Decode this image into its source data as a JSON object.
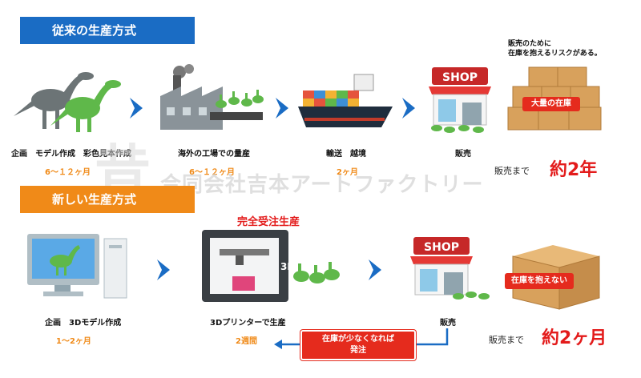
{
  "old_method": {
    "header": "従来の生産方式",
    "steps": [
      {
        "label": "企画　モデル作成　彩色見本作成",
        "duration": "6～１２ヶ月"
      },
      {
        "label": "海外の工場での量産",
        "duration": "6～１２ヶ月"
      },
      {
        "label": "輸送　越境",
        "duration": "2ヶ月"
      },
      {
        "label": "販売",
        "duration": ""
      }
    ],
    "shop_sign": "SHOP",
    "risk_note_line1": "販売のために",
    "risk_note_line2": "在庫を抱えるリスクがある。",
    "stock_label": "大量の在庫",
    "until_sale": "販売まで",
    "total": "約2年"
  },
  "new_method": {
    "header": "新しい生産方式",
    "steps": [
      {
        "label": "企画　3Dモデル作成",
        "duration": "1～2ヶ月"
      },
      {
        "label": "3Dプリンターで生産",
        "duration": "2週間"
      },
      {
        "label": "販売",
        "duration": ""
      }
    ],
    "made_to_order": "完全受注生産",
    "printer_label": "3D",
    "shop_sign": "SHOP",
    "reorder_line1": "在庫が少なくなれば",
    "reorder_line2": "発注",
    "no_stock_label": "在庫を抱えない",
    "until_sale": "販売まで",
    "total": "約2ヶ月"
  },
  "watermark": "合同会社吉本アートファクトリー",
  "colors": {
    "blue": "#1a6cc4",
    "orange": "#f08a18",
    "red": "#e52b1d",
    "dino_green": "#5fb84a",
    "dino_gray": "#6c7476"
  }
}
